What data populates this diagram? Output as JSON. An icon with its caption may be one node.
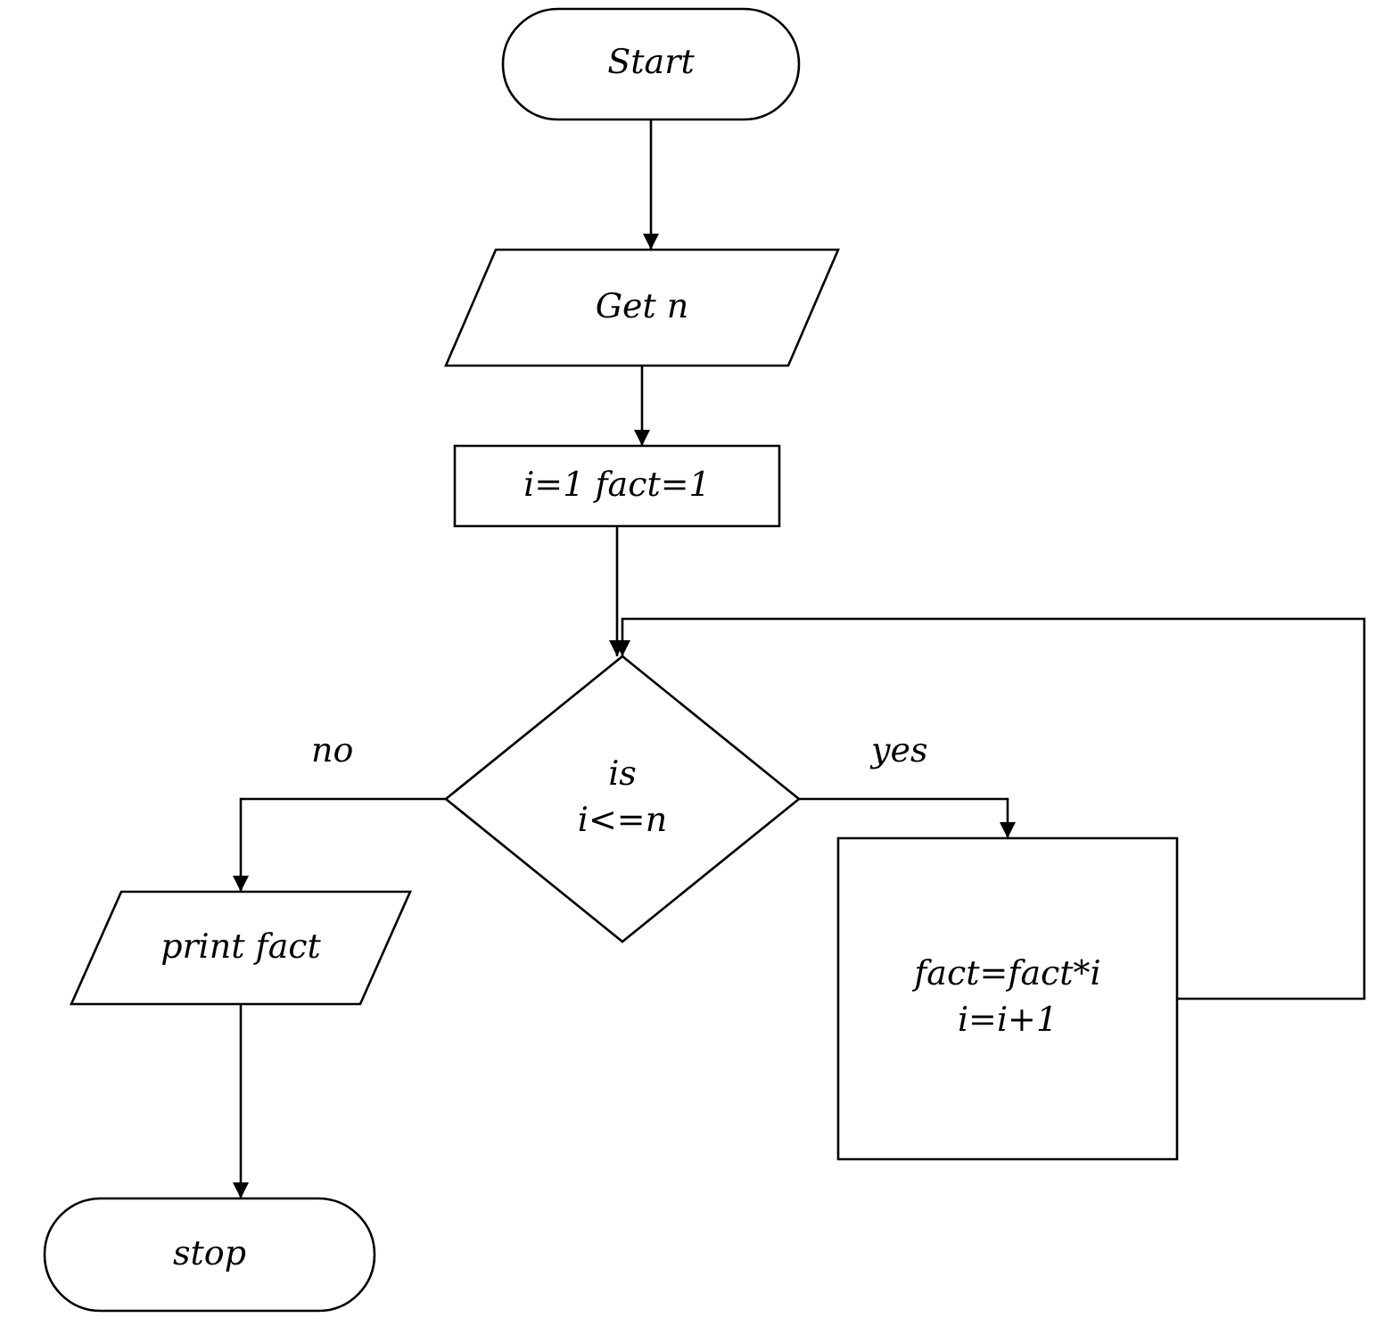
{
  "diagram": {
    "nodes": [
      {
        "text": [
          "Start"
        ]
      },
      {
        "text": [
          "Get n"
        ]
      },
      {
        "text": [
          "i=1 fact=1"
        ]
      },
      {
        "text": [
          "is i<=n"
        ]
      },
      {
        "text": [
          "print fact"
        ]
      },
      {
        "text": [
          "fact=fact*i i=i+1"
        ]
      },
      {
        "text": [
          "stop"
        ]
      }
    ],
    "edges": [
      {
        "from": 0,
        "to": 1,
        "arrow": "to"
      },
      {
        "from": 1,
        "to": 2,
        "arrow": "to"
      },
      {
        "from": 2,
        "to": 3,
        "arrow": "to"
      },
      {
        "from": 3,
        "to": 4,
        "arrow": "to",
        "label": "no"
      },
      {
        "from": 3,
        "to": 5,
        "arrow": "to",
        "label": "yes"
      },
      {
        "from": 4,
        "to": 6,
        "arrow": "to"
      },
      {
        "from": 5,
        "to": 3,
        "arrow": "to"
      }
    ]
  }
}
